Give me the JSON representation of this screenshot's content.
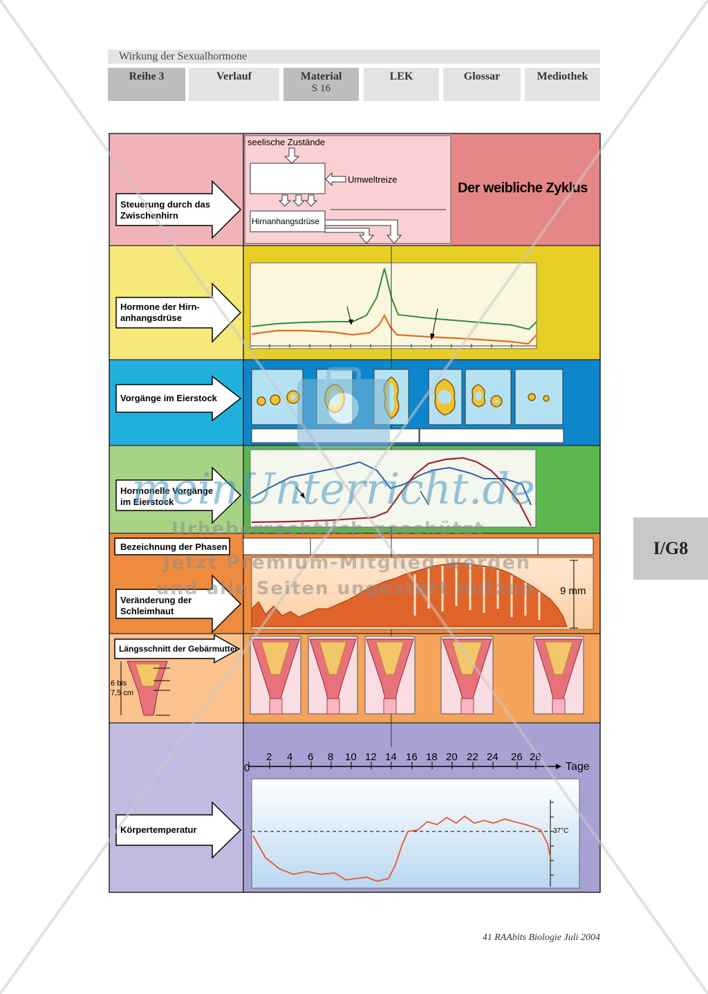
{
  "header": {
    "title": "Wirkung der Sexualhormone",
    "tabs": [
      {
        "label": "Reihe 3",
        "sub": ""
      },
      {
        "label": "Verlauf",
        "sub": ""
      },
      {
        "label": "Material",
        "sub": "S 16"
      },
      {
        "label": "LEK",
        "sub": ""
      },
      {
        "label": "Glossar",
        "sub": ""
      },
      {
        "label": "Mediothek",
        "sub": ""
      }
    ]
  },
  "side_tab": "I/G8",
  "footer": "41 RAAbits Biologie Juli 2004",
  "diagram": {
    "title": "Der weibliche Zyklus",
    "row_labels": {
      "steuerung": "Steuerung durch das Zwischenhirn",
      "hormone": "Hormone der Hirn-anhangsdrüse",
      "eierstock": "Vorgänge im Eierstock",
      "hormonelle": "Hormonelle Vorgänge im Eierstock",
      "phasen": "Bezeichnung der Phasen",
      "schleimhaut": "Veränderung der Schleimhaut",
      "laengsschnitt": "Längsschnitt der Gebärmutter",
      "temperatur": "Körpertemperatur"
    },
    "control": {
      "seelisch": "seelische Zustände",
      "umwelt": "Umweltreize",
      "hirnanhang": "Hirnanhangsdrüse"
    },
    "mucosa_thickness": "9 mm",
    "uterus_size": {
      "line1": "6 bis",
      "line2": "7,5 cm"
    },
    "axis": {
      "unit": "Tage",
      "ticks": [
        "0",
        "2",
        "4",
        "6",
        "8",
        "10",
        "12",
        "14",
        "16",
        "18",
        "20",
        "22",
        "24",
        "26",
        "28"
      ]
    },
    "temp_label": "37°C",
    "colors": {
      "row1": "#f2b3b8",
      "row2": "#f7e87a",
      "row3": "#20b0dc",
      "row4": "#a7d385",
      "row5": "#f08a3c",
      "row6": "#fbc28e",
      "row7": "#c0bbe0",
      "lh_curve": "#2e8b3e",
      "fsh_curve": "#e86a20",
      "estrogen_curve": "#2b5fa8",
      "progesterone_curve": "#a3232c",
      "temperature_curve": "#e8572a"
    }
  },
  "watermark": {
    "logo": "meinUnterricht.de",
    "line1": "Urheberrechtlich geschützt",
    "line2": "Jetzt Premium-Mitglied werden",
    "line3": "und alle Seiten ungestört nutzen"
  }
}
